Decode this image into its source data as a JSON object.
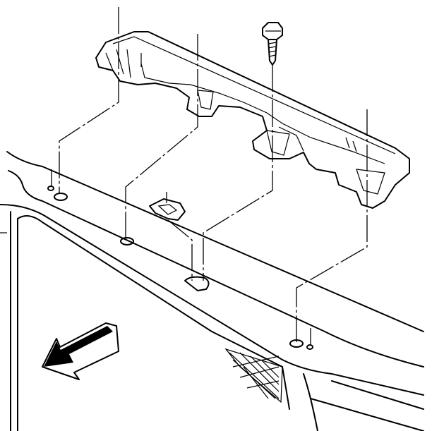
{
  "diagram": {
    "style": "exploded-view line drawing",
    "colors": {
      "line": "#000000",
      "background": "#ffffff"
    },
    "parts": [
      {
        "name": "trim-panel-bracket"
      },
      {
        "name": "bolt"
      },
      {
        "name": "retainer-clip"
      },
      {
        "name": "body-panel"
      },
      {
        "name": "direction-arrow"
      }
    ]
  }
}
